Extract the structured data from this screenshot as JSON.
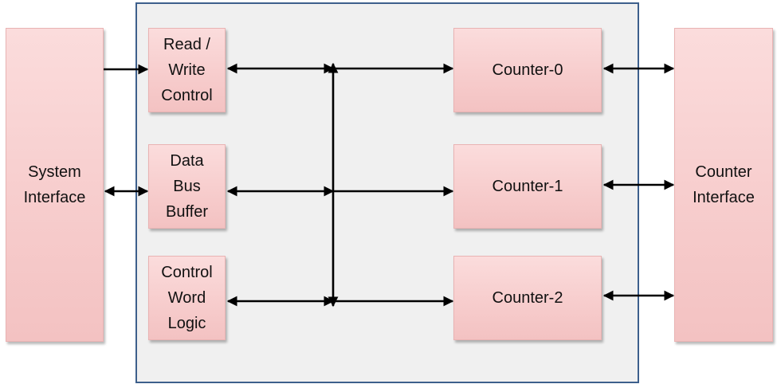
{
  "system_interface": {
    "label": "System\nInterface"
  },
  "counter_interface": {
    "label": "Counter\nInterface"
  },
  "blocks": {
    "read_write_control": "Read /\nWrite\nControl",
    "data_bus_buffer": "Data\nBus\nBuffer",
    "control_word_logic": "Control\nWord\nLogic",
    "counter_0": "Counter-0",
    "counter_1": "Counter-1",
    "counter_2": "Counter-2"
  },
  "colors": {
    "block_fill": "#f7cdcd",
    "chip_border": "#3d5f8c",
    "chip_fill": "#f0f0f0",
    "arrow": "#000000"
  }
}
